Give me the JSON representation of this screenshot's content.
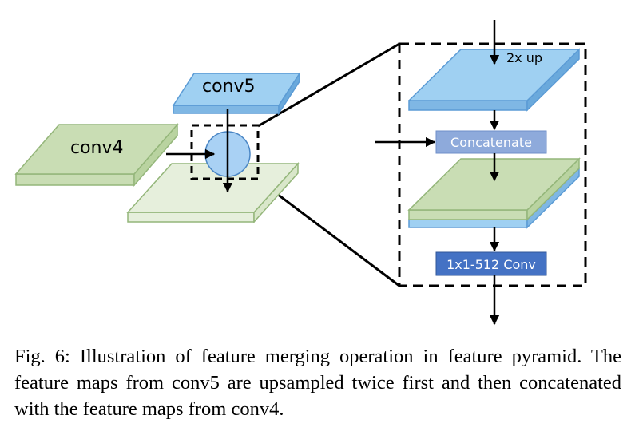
{
  "diagram": {
    "labels": {
      "conv5": "conv5",
      "conv4": "conv4",
      "up": "2x up",
      "concat": "Concatenate",
      "conv": "1x1-512 Conv"
    },
    "colors": {
      "blue_face": "#9fd0f2",
      "blue_edge": "#5b9bd5",
      "green_face": "#c9ddb4",
      "green_edge": "#94b67a",
      "light_green_face": "#e6efdc",
      "concat_box": "#8eaadb",
      "conv_box": "#4472c4",
      "circle_fill": "#a9d1f4",
      "circle_stroke": "#4a86c5"
    }
  },
  "caption": {
    "text": "Fig. 6: Illustration of feature merging operation in feature pyramid. The feature maps from conv5 are upsampled twice first and then concatenated with the feature maps from conv4."
  }
}
